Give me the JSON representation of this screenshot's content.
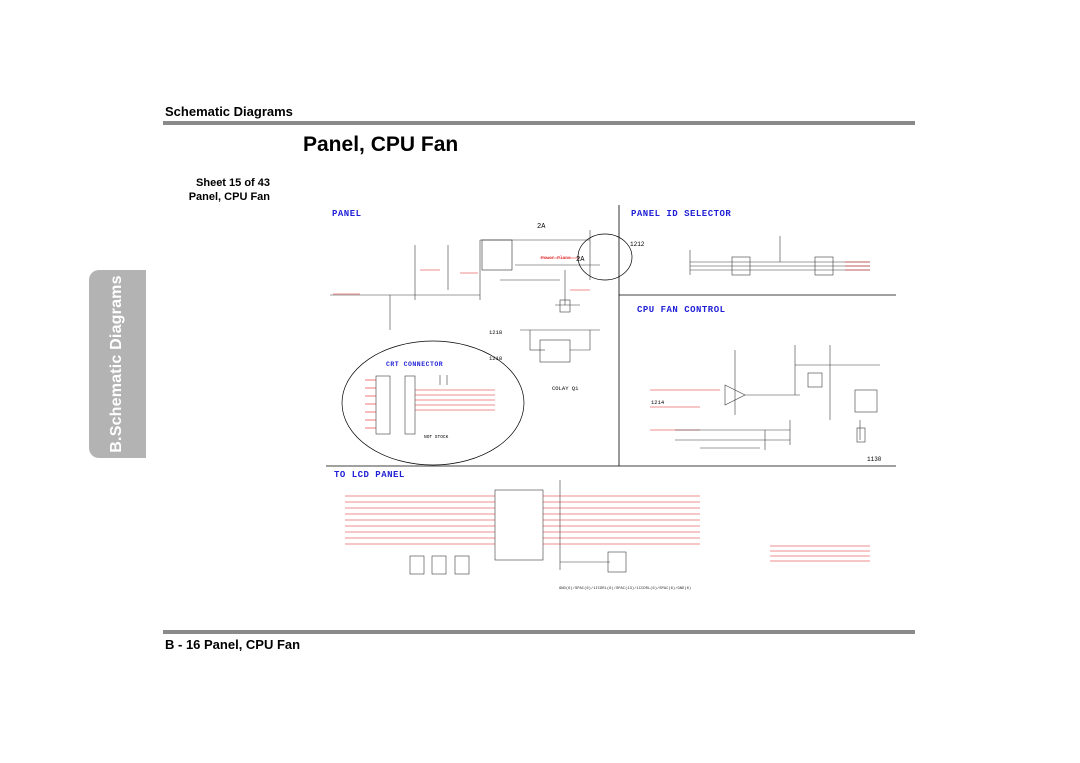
{
  "header": {
    "section_title": "Schematic Diagrams",
    "page_title": "Panel, CPU Fan"
  },
  "sheet_info": {
    "sheet_label": "Sheet 15 of 43",
    "sheet_name": "Panel, CPU Fan"
  },
  "side_tab": {
    "label": "B.Schematic Diagrams"
  },
  "schematic": {
    "panel_heading": "PANEL",
    "panel_id_heading": "PANEL ID SELECTOR",
    "cpu_fan_heading": "CPU FAN CONTROL",
    "crt_heading": "CRT CONNECTOR",
    "lcd_heading": "TO LCD PANEL",
    "labels": {
      "current_2a": "2A",
      "current_2a_b": "2A",
      "power_plane": "Power Plane",
      "net_1212": "1212",
      "net_1218": "1218",
      "net_1218b": "1218",
      "net_1214": "1214",
      "net_1130": "1130",
      "colay": "COLAY Q1",
      "not_stock": "NOT STOCK",
      "gnd_line": "GND(6)/SPAC(6)/1ICDRL(6)/SPAC(13)/1ICDRL(6)/SPAC(6)/GND(6)"
    },
    "colors": {
      "wire": "#3a3a3a",
      "net": "#e02020",
      "heading": "#1f1fd6",
      "part": "#2a2a2a"
    }
  },
  "footer": {
    "label": "B - 16  Panel, CPU Fan"
  }
}
